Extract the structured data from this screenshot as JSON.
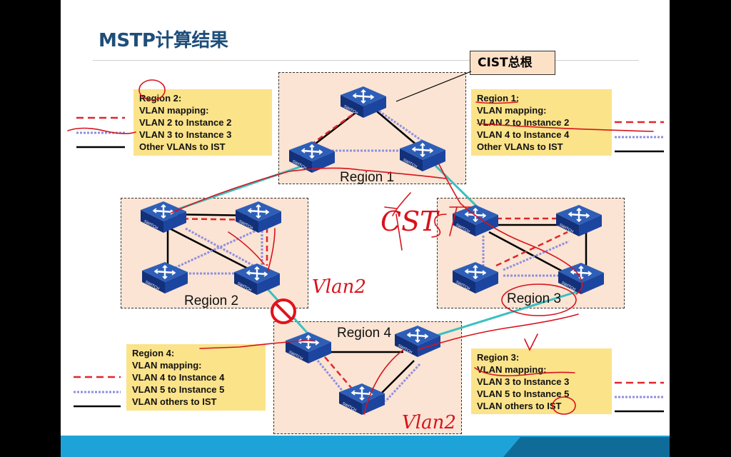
{
  "title": "MSTP计算结果",
  "cist_root_label": "CIST总根",
  "regions": [
    {
      "label": "Region 1"
    },
    {
      "label": "Region 2"
    },
    {
      "label": "Region 3"
    },
    {
      "label": "Region 4"
    }
  ],
  "notes": {
    "region2": [
      "Region 2:",
      "VLAN mapping:",
      "VLAN 2 to Instance 2",
      "VLAN 3 to Instance 3",
      "Other VLANs to IST"
    ],
    "region1": [
      "Region 1:",
      "VLAN mapping:",
      "VLAN 2 to Instance 2",
      "VLAN 4 to Instance 4",
      "Other VLANs to IST"
    ],
    "region4": [
      "Region 4:",
      "VLAN mapping:",
      "VLAN 4 to Instance 4",
      "VLAN 5 to Instance 5",
      "VLAN others to IST"
    ],
    "region3": [
      "Region 3:",
      "VLAN mapping:",
      "VLAN 3 to Instance 3",
      "VLAN 5 to Instance 5",
      "VLAN others to IST"
    ]
  },
  "switch_label": "SWITCH",
  "annotations": {
    "cst": "CST",
    "vlan2_r2": "Vlan2",
    "vlan2_r4": "Vlan2"
  },
  "colors": {
    "title": "#1f4e79",
    "region_fill": "#fbe4d3",
    "note_fill": "#fbe38a",
    "instance_red": "#e0262c",
    "instance_dotted": "#8f8fe0",
    "ist_black": "#000000",
    "cst_link": "#3cbfc0",
    "pen_red": "#d8121c",
    "block_red": "#e1121c"
  },
  "icons": [
    "switch-icon",
    "blocked-port-icon"
  ]
}
